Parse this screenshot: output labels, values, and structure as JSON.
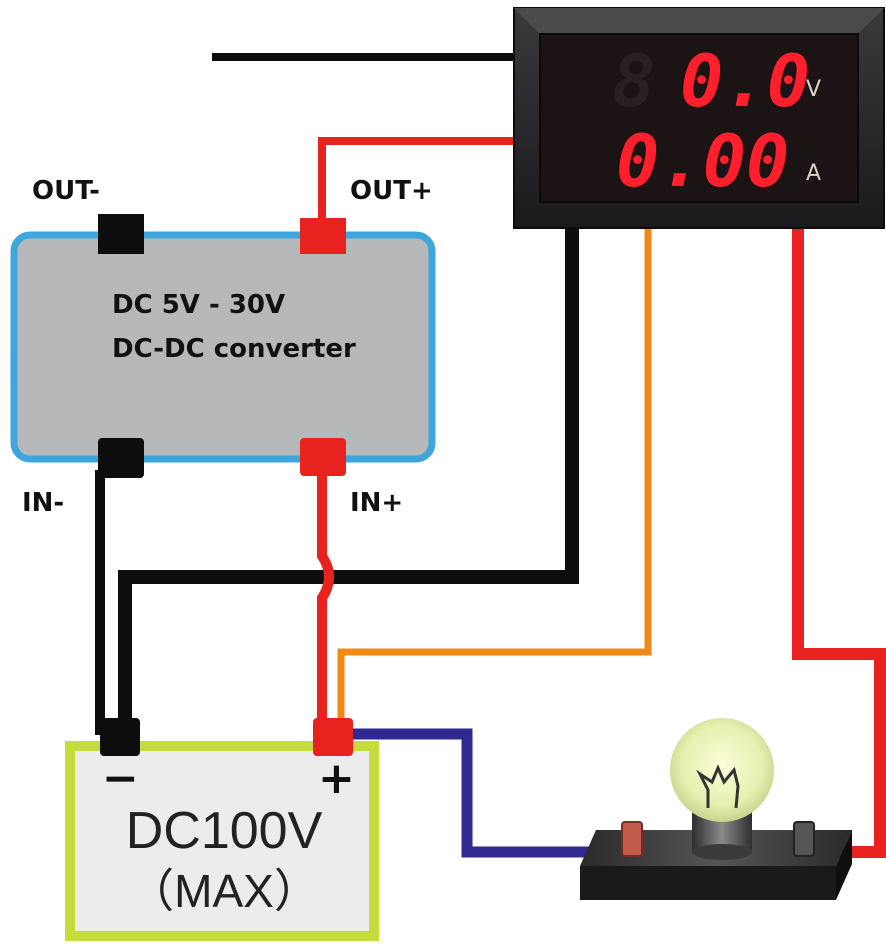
{
  "converter": {
    "line1": "DC 5V - 30V",
    "line2": "DC-DC converter",
    "out_minus": "OUT-",
    "out_plus": "OUT+",
    "in_minus": "IN-",
    "in_plus": "IN+"
  },
  "meter": {
    "voltage_reading": "0.0",
    "current_reading": "0.00",
    "voltage_unit": "V",
    "current_unit": "A"
  },
  "source": {
    "minus": "−",
    "plus": "+",
    "line1": "DC100V",
    "line2": "（MAX）"
  },
  "colors": {
    "black_wire": "#0d0d0d",
    "red_wire": "#e8221f",
    "orange_wire": "#f08a16",
    "blue_wire": "#2e2a8f",
    "converter_fill": "#b7b8ba",
    "converter_border": "#3ea6dc",
    "source_border": "#c5dc3a",
    "meter_body": "#1c1c1e",
    "display_red": "#ff1f2d"
  }
}
